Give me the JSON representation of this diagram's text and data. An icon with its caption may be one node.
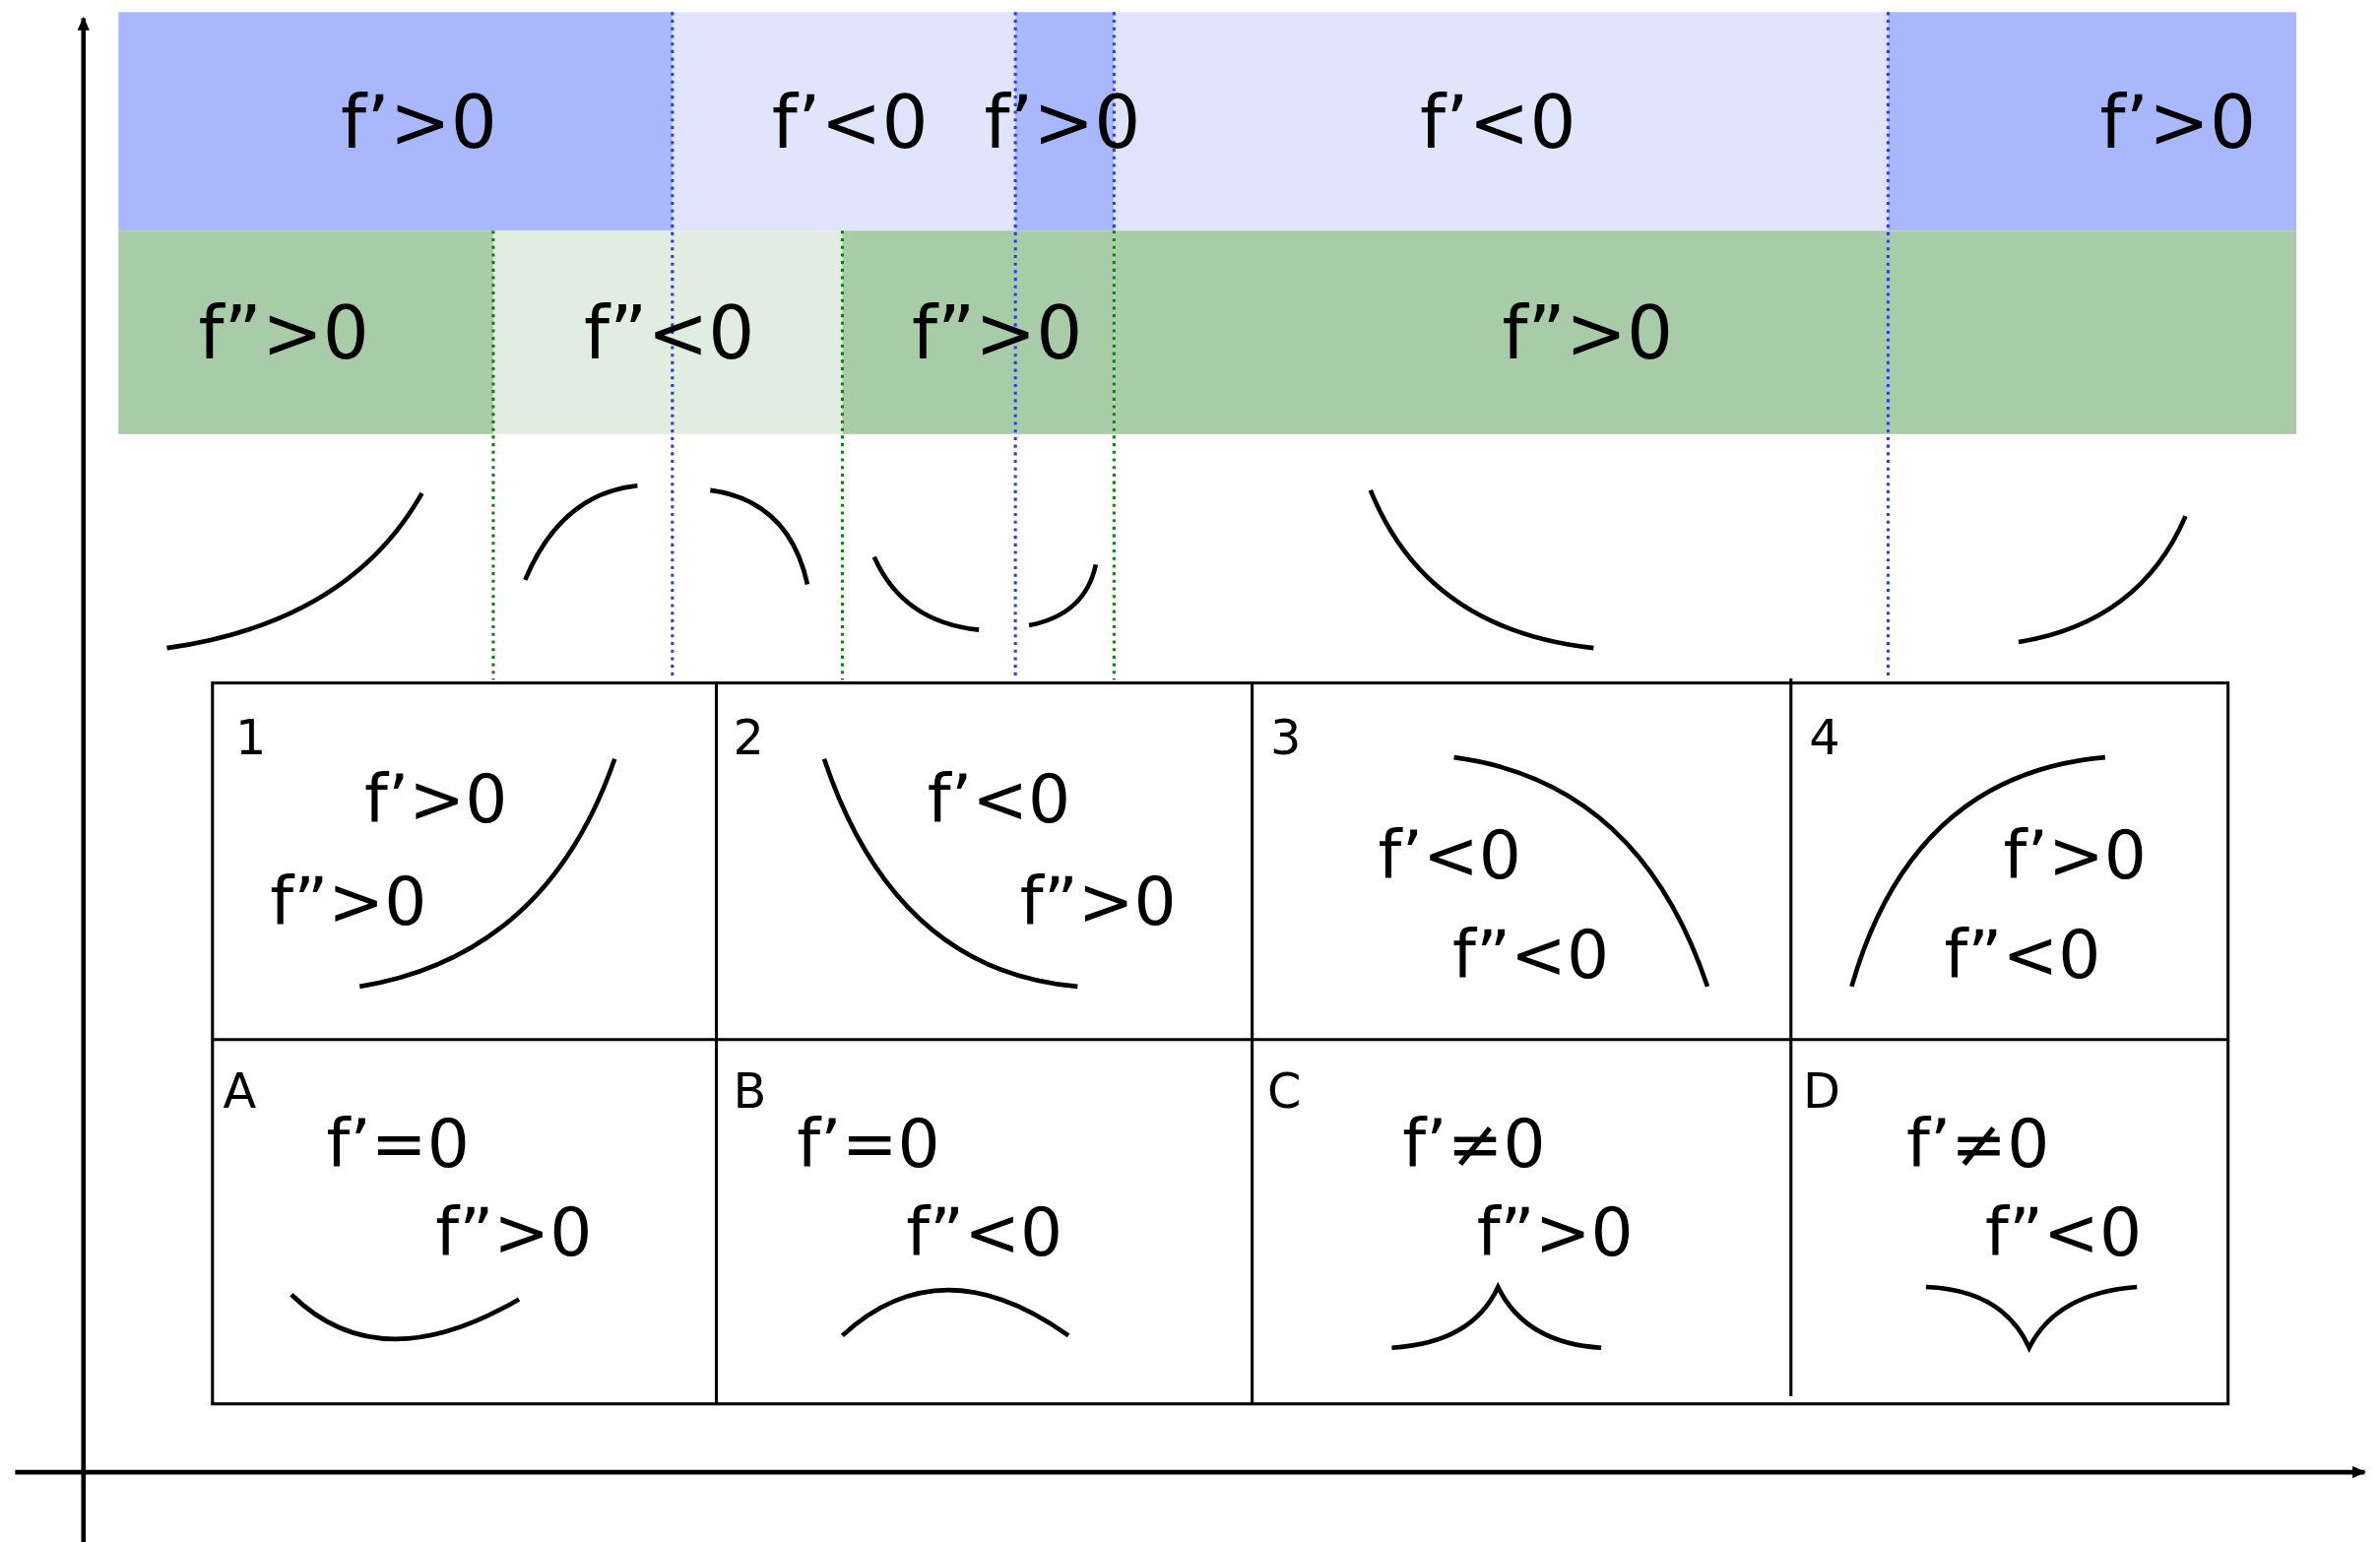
{
  "diagram": {
    "nodes": [
      {
        "text": [
          "f’>0"
        ]
      },
      {
        "text": [
          "f’<0"
        ]
      },
      {
        "text": [
          "f’>0"
        ]
      },
      {
        "text": [
          "f’<0"
        ]
      },
      {
        "text": [
          "f’>0"
        ]
      },
      {
        "text": [
          "f”>0"
        ]
      },
      {
        "text": [
          "f”<0"
        ]
      },
      {
        "text": [
          "f”>0"
        ]
      },
      {
        "text": [
          "f”>0"
        ]
      }
    ],
    "labels": [
      "1",
      "f’>0",
      "f”>0",
      "2",
      "f’<0",
      "f”>0",
      "3",
      "f’<0",
      "f”<0",
      "4",
      "f’>0",
      "f”<0",
      "A",
      "f’=0",
      "f”>0",
      "B",
      "f’=0",
      "f”<0",
      "C",
      "f’≠0",
      "f”>0",
      "D",
      "f’≠0",
      "f”<0"
    ]
  }
}
